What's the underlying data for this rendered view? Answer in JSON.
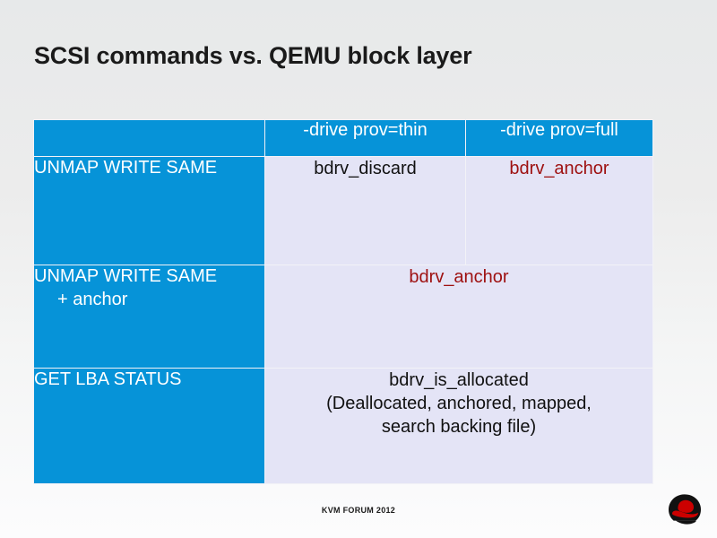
{
  "slide": {
    "title": "SCSI commands vs. QEMU block layer",
    "footer": "KVM FORUM 2012",
    "logo_name": "red-hat-shadowman-logo"
  },
  "colors": {
    "header_blue": "#0693d8",
    "cell_lavender": "#e4e4f6",
    "accent_red": "#9e1010",
    "text_black": "#111111",
    "title_black": "#1a1a1a",
    "grid_line": "#f2f2f7"
  },
  "table": {
    "columns": [
      {
        "key": "command",
        "label": ""
      },
      {
        "key": "thin",
        "label": "-drive prov=thin"
      },
      {
        "key": "full",
        "label": "-drive prov=full"
      }
    ],
    "rows": [
      {
        "command_lines": [
          "UNMAP",
          "WRITE SAME"
        ],
        "thin": "bdrv_discard",
        "thin_color": "#111111",
        "full": "bdrv_anchor",
        "full_color": "#9e1010",
        "span": false
      },
      {
        "command_lines": [
          "UNMAP",
          "WRITE SAME",
          "+ anchor"
        ],
        "spanned_value": "bdrv_anchor",
        "spanned_color": "#9e1010",
        "span": true
      },
      {
        "command_lines": [
          "GET LBA STATUS"
        ],
        "spanned_value_lines": [
          "bdrv_is_allocated",
          "(Deallocated, anchored, mapped,",
          "search backing file)"
        ],
        "spanned_color": "#111111",
        "span": true
      }
    ]
  }
}
